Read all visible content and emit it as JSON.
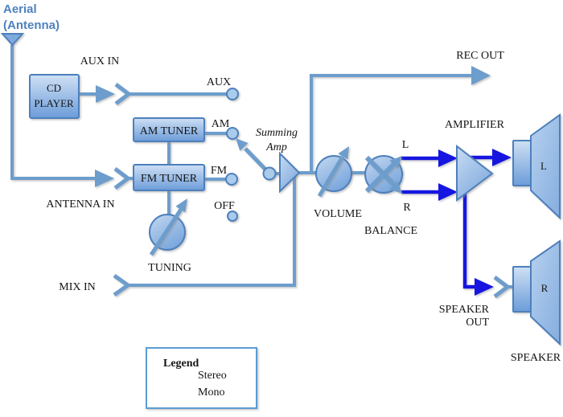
{
  "diagram": {
    "aerial": {
      "line1": "Aerial",
      "line2": "(Antenna)"
    },
    "aux_in": "AUX IN",
    "cd_player": {
      "line1": "CD",
      "line2": "PLAYER"
    },
    "aux": "AUX",
    "am_tuner": "AM TUNER",
    "fm_tuner": "FM TUNER",
    "am": "AM",
    "fm": "FM",
    "off": "OFF",
    "antenna_in": "ANTENNA IN",
    "tuning": "TUNING",
    "summing_amp": {
      "line1": "Summing",
      "line2": "Amp"
    },
    "mix_in": "MIX IN",
    "rec_out": "REC OUT",
    "volume": "VOLUME",
    "balance": "BALANCE",
    "channel_l": "L",
    "channel_r": "R",
    "amplifier": "AMPLIFIER",
    "speaker_out": {
      "line1": "SPEAKER",
      "line2": "OUT"
    },
    "speaker_l": "L",
    "speaker_r": "R",
    "speaker": "SPEAKER"
  },
  "legend": {
    "title": "Legend",
    "items": [
      {
        "label": "Stereo",
        "color": "#6D9DCC"
      },
      {
        "label": "Mono",
        "color": "#1414E0"
      }
    ]
  },
  "colors": {
    "stereo_line": "#6D9DCC",
    "mono_line": "#1414E0",
    "shape_border": "#4D80BC",
    "shape_fill_light": "#CFE0F4",
    "shape_fill_dark": "#6C9CD9",
    "contact_fill": "#A9CBEC",
    "title_blue": "#4E81BE",
    "background": "#FFFFFF"
  }
}
